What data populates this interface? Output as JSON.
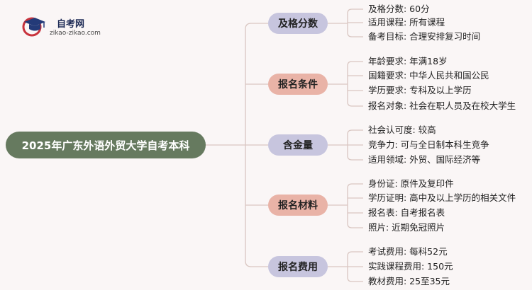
{
  "logo": {
    "title": "自考网",
    "subtitle": "zikao-zikao.com"
  },
  "root": {
    "label": "2025年广东外语外贸大学自考本科"
  },
  "categories": [
    {
      "label": "及格分数",
      "color": "#c7c5de",
      "items": [
        "及格分数: 60分",
        "适用课程: 所有课程",
        "备考目标: 合理安排复习时间"
      ]
    },
    {
      "label": "报名条件",
      "color": "#e9b3a7",
      "items": [
        "年龄要求: 年满18岁",
        "国籍要求: 中华人民共和国公民",
        "学历要求: 专科及以上学历",
        "报名对象: 社会在职人员及在校大学生"
      ]
    },
    {
      "label": "含金量",
      "color": "#c7c5de",
      "items": [
        "社会认可度: 较高",
        "竞争力: 可与全日制本科生竞争",
        "适用领域: 外贸、国际经济等"
      ]
    },
    {
      "label": "报名材料",
      "color": "#e9b3a7",
      "items": [
        "身份证: 原件及复印件",
        "学历证明: 高中及以上学历的相关文件",
        "报名表: 自考报名表",
        "照片: 近期免冠照片"
      ]
    },
    {
      "label": "报名费用",
      "color": "#c7c5de",
      "items": [
        "考试费用: 每科52元",
        "实践课程费用: 150元",
        "教材费用: 25至35元"
      ]
    }
  ]
}
